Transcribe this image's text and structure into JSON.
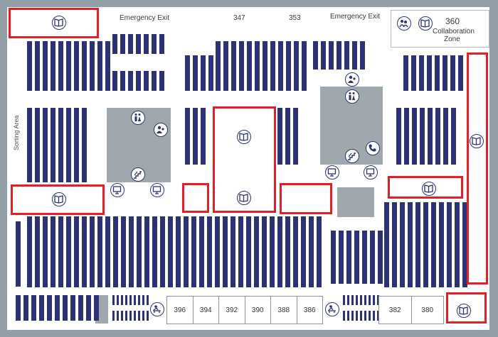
{
  "header": {
    "emergency_exit_left": "Emergency Exit",
    "room_347": "347",
    "room_353": "353",
    "emergency_exit_right": "Emergency Exit"
  },
  "collaboration_zone": {
    "number": "360",
    "label_line1": "Collaboration",
    "label_line2": "Zone"
  },
  "sorting_area": "Sorting Area",
  "study_rooms_left": [
    "396",
    "394",
    "392",
    "390",
    "388",
    "386"
  ],
  "study_rooms_right": [
    "382",
    "380"
  ],
  "colors": {
    "shelf": "#2d3274",
    "highlight": "#e31e24",
    "zone": "#9fa8ad",
    "wall": "#929fa6"
  },
  "icons": [
    "book-icon",
    "restroom-icon",
    "accessibility-icon",
    "stairs-icon",
    "computer-icon",
    "phone-icon",
    "group-icon",
    "desk-icon",
    "collaboration-icon"
  ]
}
